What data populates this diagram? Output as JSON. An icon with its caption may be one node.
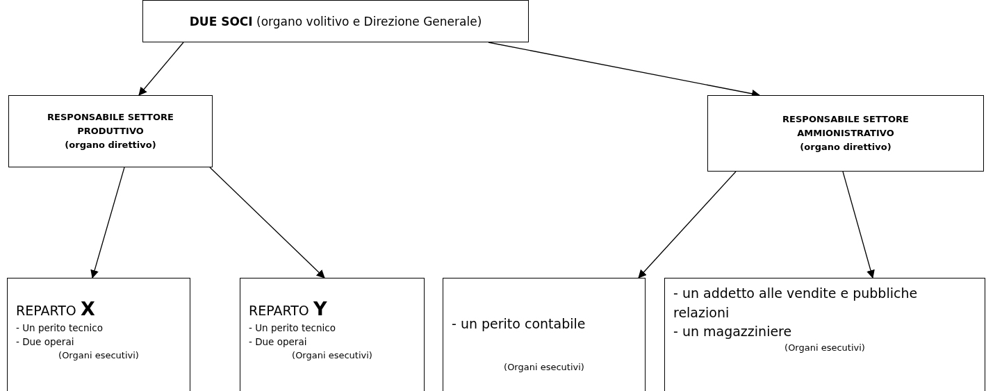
{
  "diagram": {
    "nodes": [
      {
        "text": [
          "**DUE SOCI** (organo volitivo e Direzione Generale)"
        ]
      },
      {
        "text": [
          "RESPONSABILE SETTORE PRODUTTIVO",
          "(organo direttivo)"
        ]
      },
      {
        "text": [
          "RESPONSABILE SETTORE AMMIONISTRATIVO",
          "(organo direttivo)"
        ]
      },
      {
        "text": [
          "REPARTO **X**",
          "- Un perito tecnico",
          "- Due operai",
          "(Organi esecutivi)"
        ]
      },
      {
        "text": [
          "REPARTO **Y**",
          "- Un perito tecnico",
          "- Due operai",
          "(Organi esecutivi)"
        ]
      },
      {
        "text": [
          "- un perito contabile",
          "(Organi esecutivi)"
        ]
      },
      {
        "text": [
          "- un addetto alle vendite e pubbliche relazioni",
          "- un magazziniere",
          "(Organi esecutivi)"
        ]
      }
    ],
    "edges": [
      {
        "from": 0,
        "to": 1,
        "arrow": "to"
      },
      {
        "from": 0,
        "to": 2,
        "arrow": "to"
      },
      {
        "from": 1,
        "to": 3,
        "arrow": "to"
      },
      {
        "from": 1,
        "to": 4,
        "arrow": "to"
      },
      {
        "from": 2,
        "to": 5,
        "arrow": "to"
      },
      {
        "from": 2,
        "to": 6,
        "arrow": "to"
      }
    ]
  }
}
